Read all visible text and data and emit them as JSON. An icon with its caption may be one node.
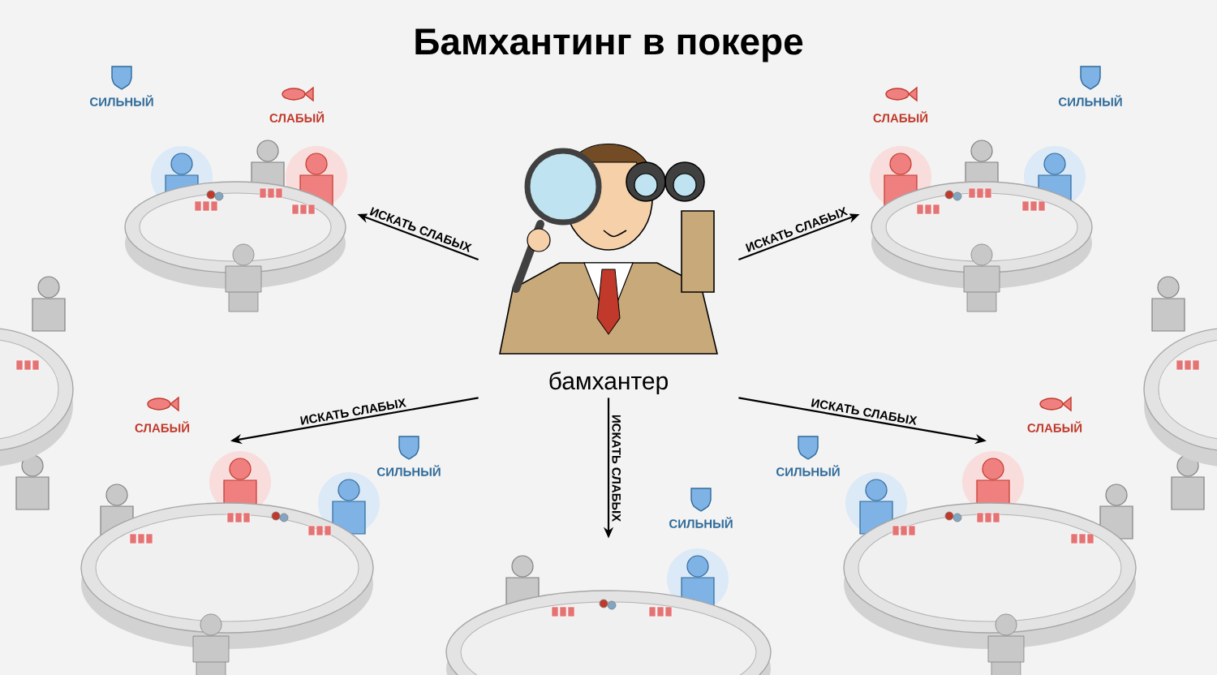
{
  "diagram": {
    "title": "Бамхантинг в покере",
    "nodes": [
      {
        "text": [
          "бамхантер"
        ]
      },
      {
        "text": [],
        "shape": "picture",
        "beside": [
          "СИЛЬНЫЙ",
          "СЛАБЫЙ"
        ]
      },
      {
        "text": [],
        "shape": "picture",
        "beside": [
          "СЛАБЫЙ",
          "СИЛЬНЫЙ"
        ]
      },
      {
        "text": [],
        "shape": "picture",
        "beside": [
          "СЛАБЫЙ",
          "СИЛЬНЫЙ"
        ]
      },
      {
        "text": [],
        "shape": "picture",
        "beside": [
          "СИЛЬНЫЙ"
        ]
      },
      {
        "text": [],
        "shape": "picture",
        "beside": [
          "СИЛЬНЫЙ",
          "СЛАБЫЙ"
        ]
      }
    ],
    "edges": [
      {
        "from": 0,
        "to": 1,
        "arrow": "to",
        "label": "ИСКАТЬ СЛАБЫХ"
      },
      {
        "from": 0,
        "to": 2,
        "arrow": "to",
        "label": "ИСКАТЬ СЛАБЫХ"
      },
      {
        "from": 0,
        "to": 3,
        "arrow": "to",
        "label": "ИСКАТЬ СЛАБЫХ"
      },
      {
        "from": 0,
        "to": 4,
        "arrow": "to",
        "label": "ИСКАТЬ СЛАБЫХ"
      },
      {
        "from": 0,
        "to": 5,
        "arrow": "to",
        "label": "ИСКАТЬ СЛАБЫХ"
      }
    ]
  }
}
